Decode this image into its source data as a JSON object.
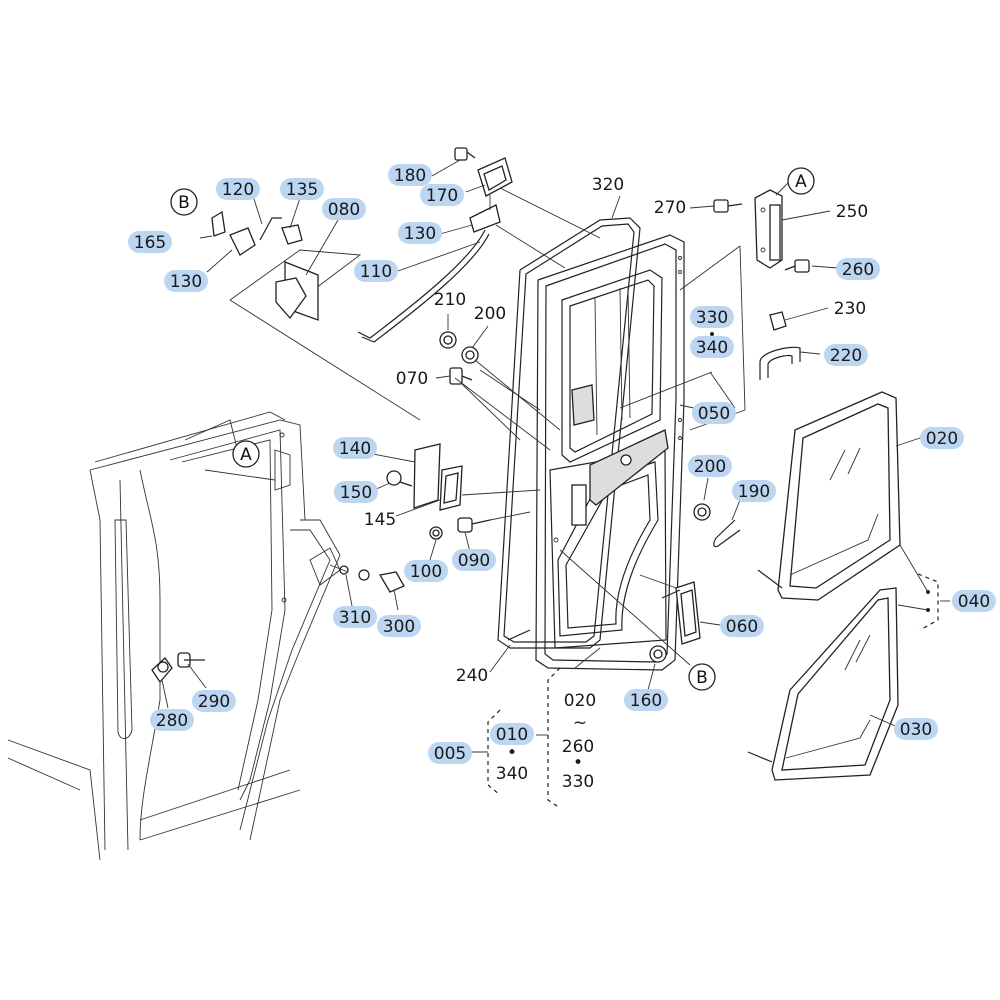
{
  "callouts": {
    "p180": "180",
    "p170": "170",
    "p120": "120",
    "p135": "135",
    "p080": "080",
    "p165": "165",
    "p130a": "130",
    "p130b": "130",
    "p110": "110",
    "p320": "320",
    "p270": "270",
    "p250": "250",
    "p260": "260",
    "p230": "230",
    "p220": "220",
    "p210": "210",
    "p200a": "200",
    "p330": "330",
    "p340a": "340",
    "p070": "070",
    "p050": "050",
    "p020a": "020",
    "p140": "140",
    "p150": "150",
    "p145": "145",
    "p200b": "200",
    "p190": "190",
    "p100": "100",
    "p090": "090",
    "p310": "310",
    "p300": "300",
    "p040": "040",
    "p060": "060",
    "p240": "240",
    "p160": "160",
    "p290": "290",
    "p280": "280",
    "p030": "030",
    "p005": "005",
    "p010": "010",
    "p340b": "340",
    "p020b": "020",
    "p260b": "260",
    "p330b": "330"
  },
  "refs": {
    "A1": "A",
    "A2": "A",
    "B1": "B",
    "B2": "B"
  },
  "range_symbols": {
    "tilde1": "~",
    "tilde2": "~",
    "dot": "•"
  }
}
